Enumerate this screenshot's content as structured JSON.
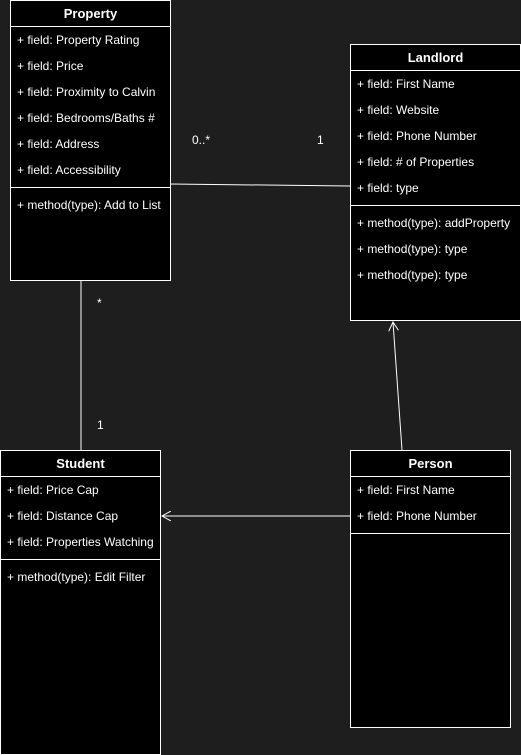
{
  "classes": {
    "property": {
      "name": "Property",
      "fields": [
        "+ field: Property Rating",
        "+ field: Price",
        "+ field: Proximity to Calvin",
        "+ field: Bedrooms/Baths #",
        "+ field: Address",
        "+ field: Accessibility"
      ],
      "methods": [
        "+ method(type): Add to List"
      ]
    },
    "landlord": {
      "name": "Landlord",
      "fields": [
        "+ field: First Name",
        "+ field: Website",
        "+ field: Phone Number",
        "+ field: # of Properties",
        "+ field: type"
      ],
      "methods": [
        "+ method(type): addProperty",
        "+ method(type): type",
        "+ method(type): type"
      ]
    },
    "student": {
      "name": "Student",
      "fields": [
        "+ field: Price Cap",
        "+ field: Distance Cap",
        "+ field: Properties Watching"
      ],
      "methods": [
        "+ method(type): Edit Filter"
      ]
    },
    "person": {
      "name": "Person",
      "fields": [
        "+ field: First Name",
        "+ field: Phone Number"
      ],
      "methods": []
    }
  },
  "multiplicities": {
    "property_landlord_property_end": "0..*",
    "property_landlord_landlord_end": "1",
    "property_student_property_end": "*",
    "property_student_student_end": "1"
  },
  "colors": {
    "canvas_background": "#1e1e1e",
    "class_fill": "#000000",
    "stroke_and_text": "#ffffff"
  }
}
